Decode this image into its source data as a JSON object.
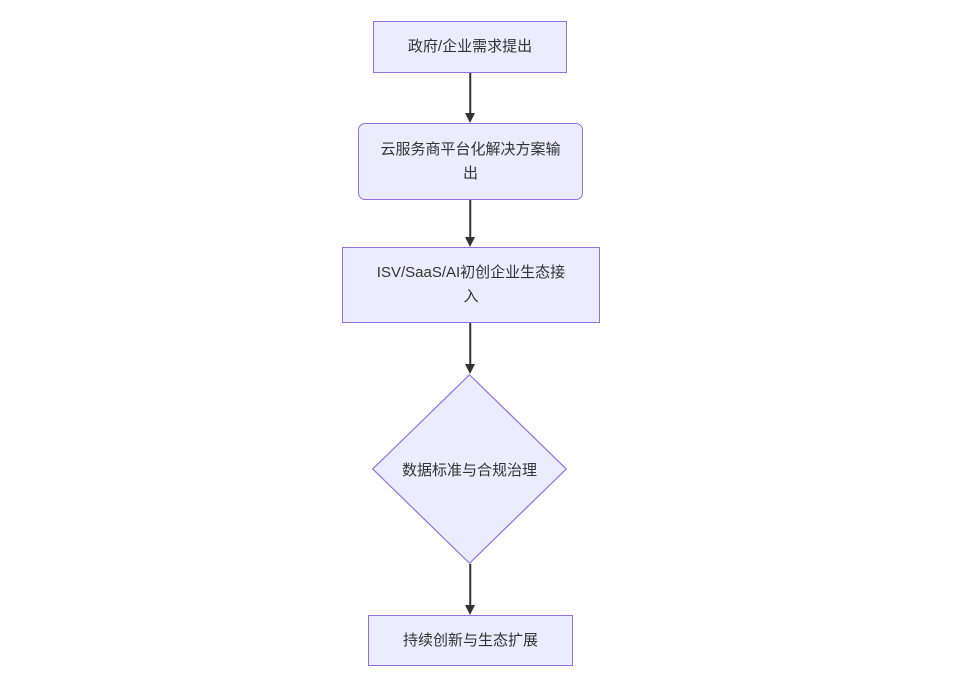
{
  "diagram": {
    "type": "flowchart",
    "direction": "top-down",
    "background": "#ffffff",
    "colors": {
      "node_fill": "#ECECFF",
      "node_border": "#9370DB",
      "edge_line": "#333333",
      "text": "#333333"
    },
    "nodes": [
      {
        "id": "n1",
        "shape": "rectangle",
        "label": "政府/企业需求提出",
        "lines": [
          "政府/企业需求提出"
        ]
      },
      {
        "id": "n2",
        "shape": "rounded-rectangle",
        "label": "云服务商平台化解决方案输出",
        "lines": [
          "云服务商平台化解决方案输",
          "出"
        ]
      },
      {
        "id": "n3",
        "shape": "rectangle",
        "label": "ISV/SaaS/AI初创企业生态接入",
        "lines": [
          "ISV/SaaS/AI初创企业生态接",
          "入"
        ]
      },
      {
        "id": "n4",
        "shape": "diamond",
        "label": "数据标准与合规治理",
        "lines": [
          "数据标准与合规治理"
        ]
      },
      {
        "id": "n5",
        "shape": "rectangle",
        "label": "持续创新与生态扩展",
        "lines": [
          "持续创新与生态扩展"
        ]
      }
    ],
    "edges": [
      {
        "from": "n1",
        "to": "n2",
        "style": "arrow"
      },
      {
        "from": "n2",
        "to": "n3",
        "style": "arrow"
      },
      {
        "from": "n3",
        "to": "n4",
        "style": "arrow"
      },
      {
        "from": "n4",
        "to": "n5",
        "style": "arrow"
      }
    ]
  }
}
